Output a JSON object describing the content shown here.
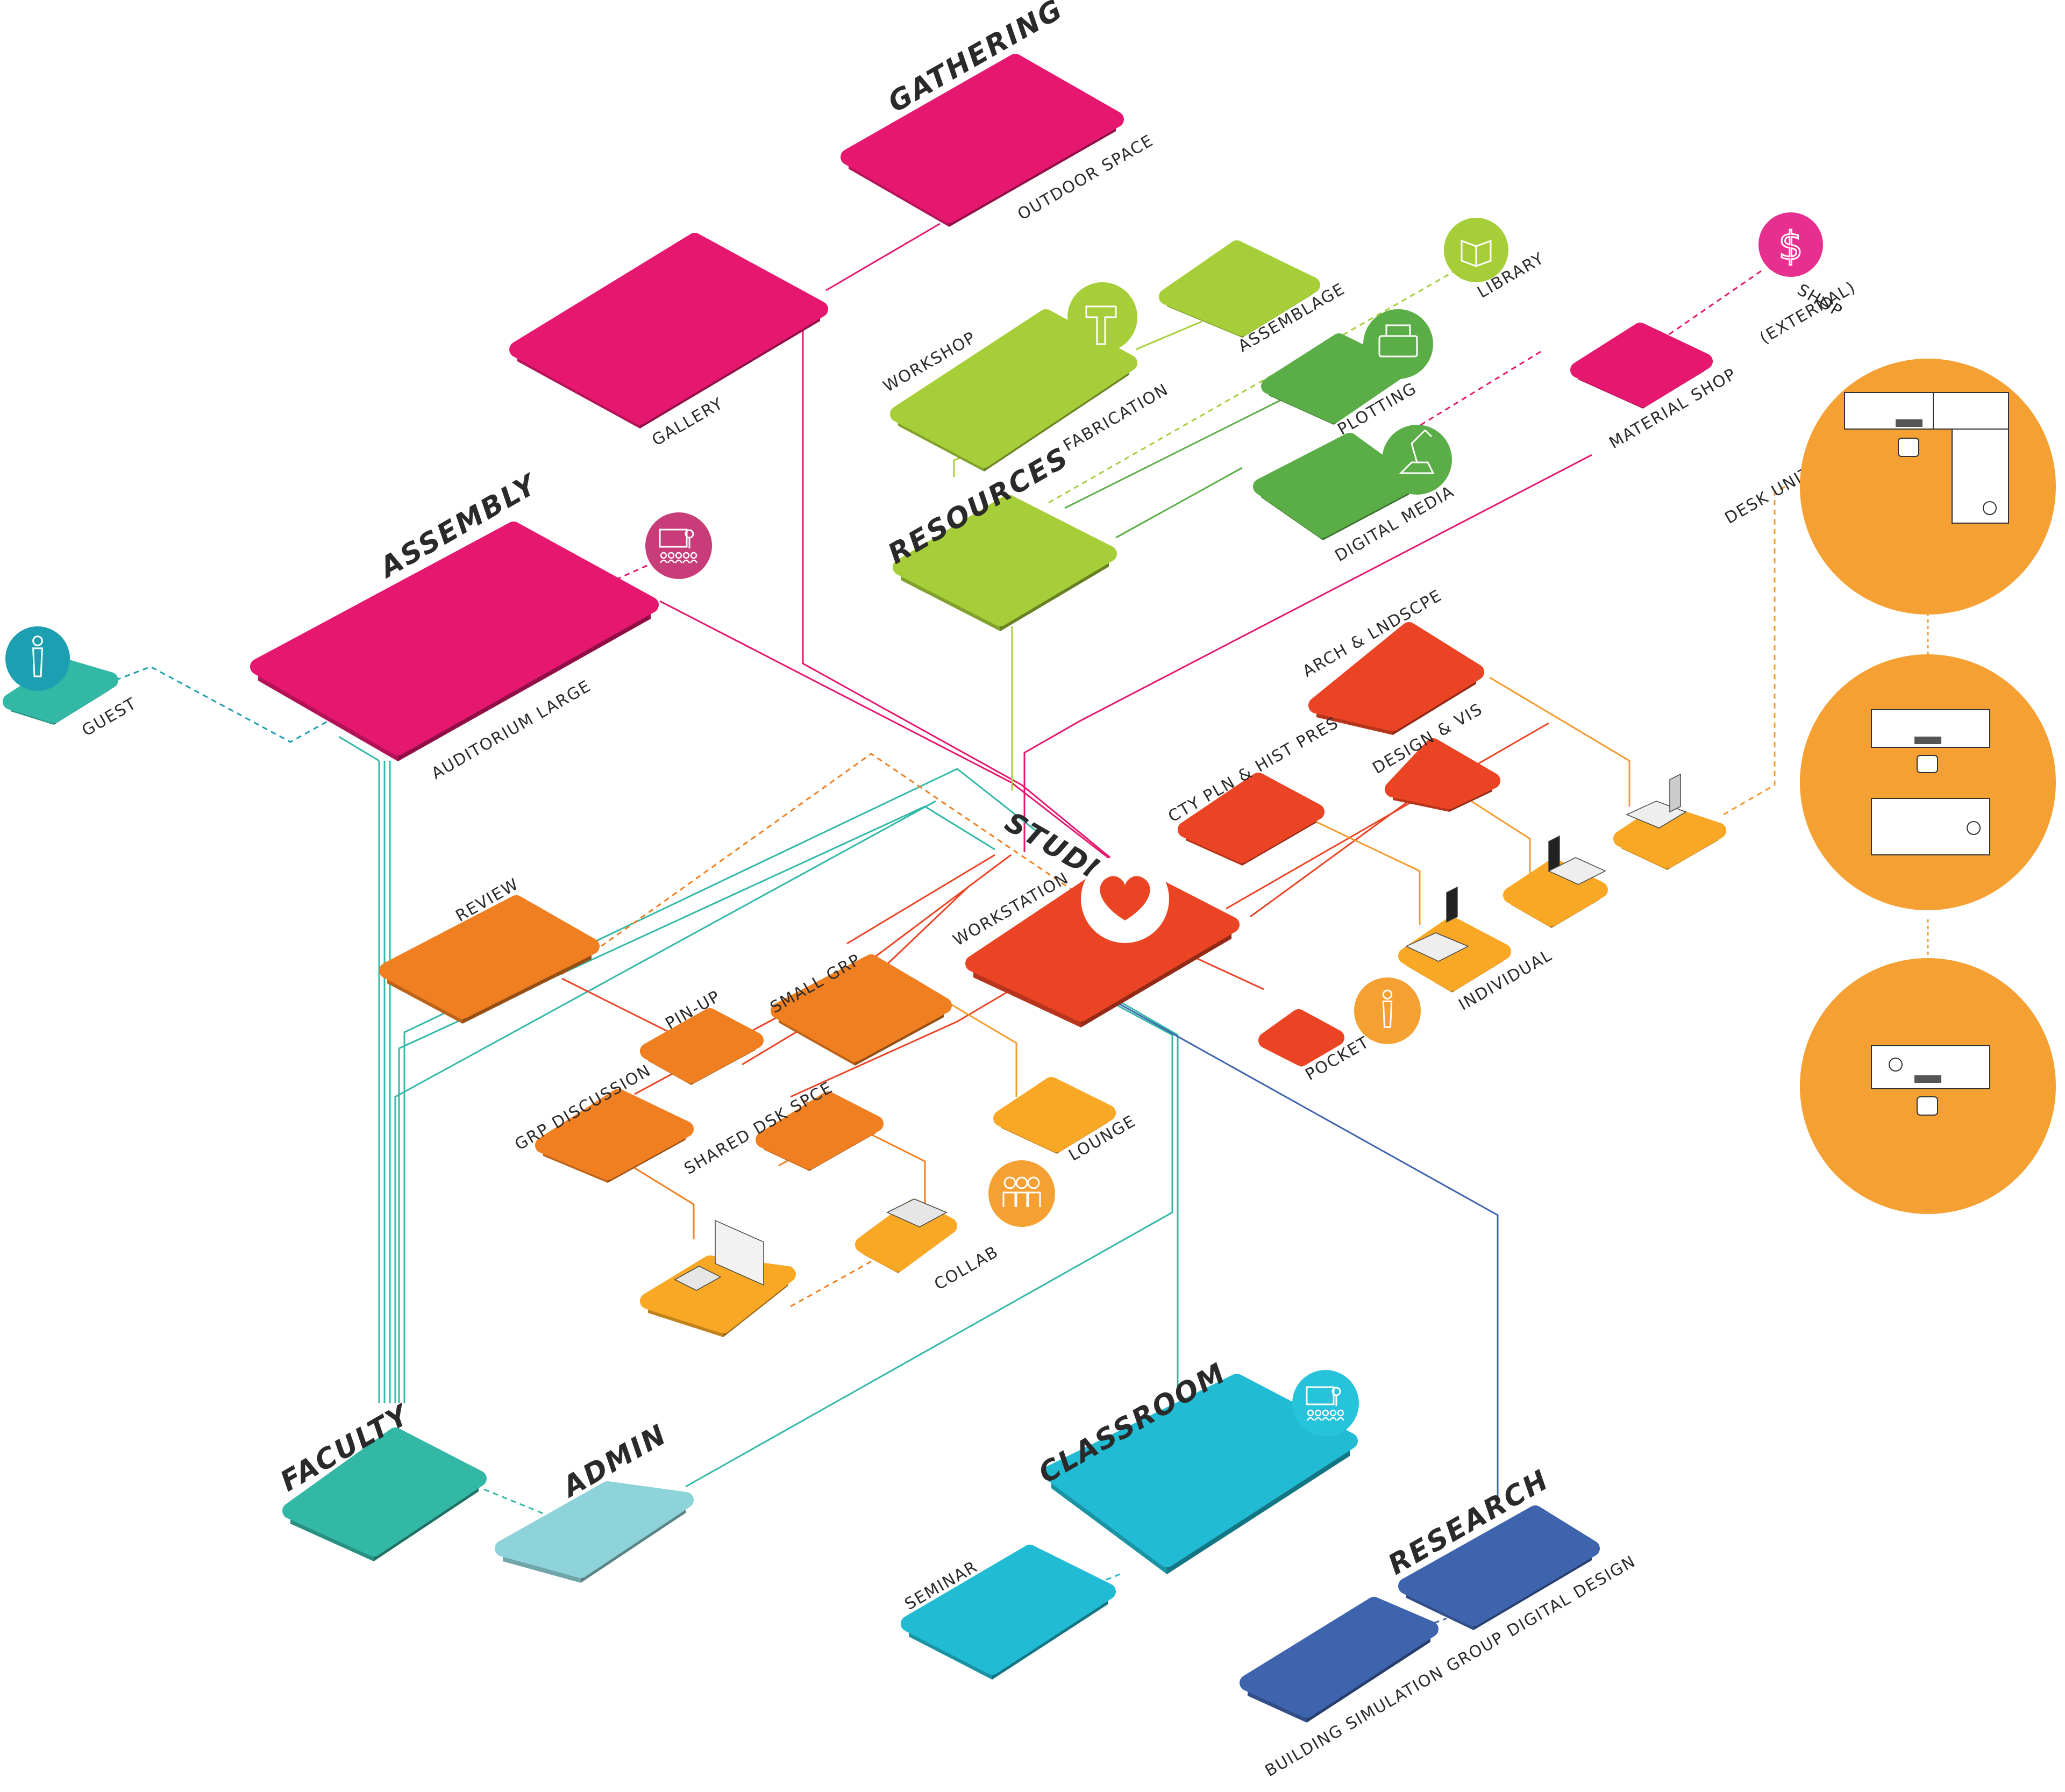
{
  "colors": {
    "magenta": "#E5176F",
    "lime": "#A6CE39",
    "green": "#5BAE47",
    "red": "#EA4424",
    "orange": "#F07F21",
    "gold": "#F9A825",
    "cyan": "#21BCD3",
    "teal": "#33B8A6",
    "paleTeal": "#8FD3DA",
    "blue": "#3F64AE",
    "deskCircle": "#F5A033"
  },
  "titles": {
    "gathering": "GATHERING",
    "assembly": "ASSEMBLY",
    "resources": "RESOURCES",
    "studio": "STUDIO",
    "faculty": "FACULTY",
    "admin": "ADMIN",
    "classroom": "CLASSROOM",
    "research": "RESEARCH"
  },
  "labels": {
    "outdoor_space": "OUTDOOR SPACE",
    "gallery": "GALLERY",
    "auditorium_large": "AUDITORIUM LARGE",
    "guest": "GUEST",
    "workshop": "WORKSHOP",
    "fabrication": "FABRICATION",
    "assemblage": "ASSEMBLAGE",
    "library": "LIBRARY",
    "plotting": "PLOTTING",
    "digital_media": "DIGITAL MEDIA",
    "material_shop": "MATERIAL SHOP",
    "shop_external_1": "SHOP",
    "shop_external_2": "(EXTERNAL)",
    "desk_unit": "DESK UNIT",
    "arch_lndscpe": "ARCH & LNDSCPE",
    "design_vis": "DESIGN & VIS",
    "cty_pln": "CTY PLN & HIST PRES",
    "workstation": "WORKSTATION",
    "review": "REVIEW",
    "pin_up": "PIN-UP",
    "small_grp": "SMALL GRP",
    "grp_discussion": "GRP DISCUSSION",
    "shared_dsk": "SHARED DSK SPCE",
    "lounge": "LOUNGE",
    "collab": "COLLAB",
    "individual": "INDIVIDUAL",
    "pocket": "POCKET",
    "seminar": "SEMINAR",
    "digital_design": "DIGITAL DESIGN",
    "building_sim": "BUILDING SIMULATION GROUP"
  },
  "icons": {
    "library": "book-icon",
    "shop": "dollar-icon",
    "workshop": "hammer-icon",
    "plotting": "printer-icon",
    "digital_media": "robot-arm-icon",
    "assembly": "presenter-audience-icon",
    "classroom": "presenter-audience-icon",
    "guest": "person-icon",
    "pocket": "person-icon",
    "collab": "group-icon",
    "studio": "heart-icon"
  }
}
